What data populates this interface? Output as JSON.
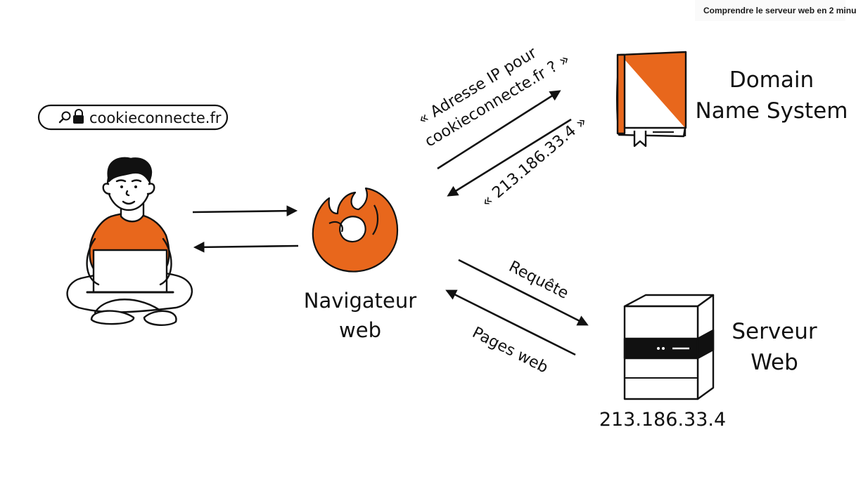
{
  "video_title": "Comprendre le serveur web en 2 minu",
  "url_bar": {
    "text": "cookieconnecte.fr",
    "icons": [
      "search-icon",
      "lock-icon"
    ]
  },
  "browser": {
    "label_line1": "Navigateur",
    "label_line2": "web",
    "icon": "firefox-icon"
  },
  "dns": {
    "label_line1": "Domain",
    "label_line2": "Name System",
    "request_line1": "« Adresse IP pour",
    "request_line2": "cookieconnecte.fr ? »",
    "response": "« 213.186.33.4 »",
    "icon": "book-icon"
  },
  "server": {
    "label_line1": "Serveur",
    "label_line2": "Web",
    "ip": "213.186.33.4",
    "request": "Requête",
    "response": "Pages web",
    "icon": "server-icon"
  },
  "colors": {
    "accent": "#E8671C",
    "ink": "#111111",
    "background": "#FFFFFF"
  }
}
